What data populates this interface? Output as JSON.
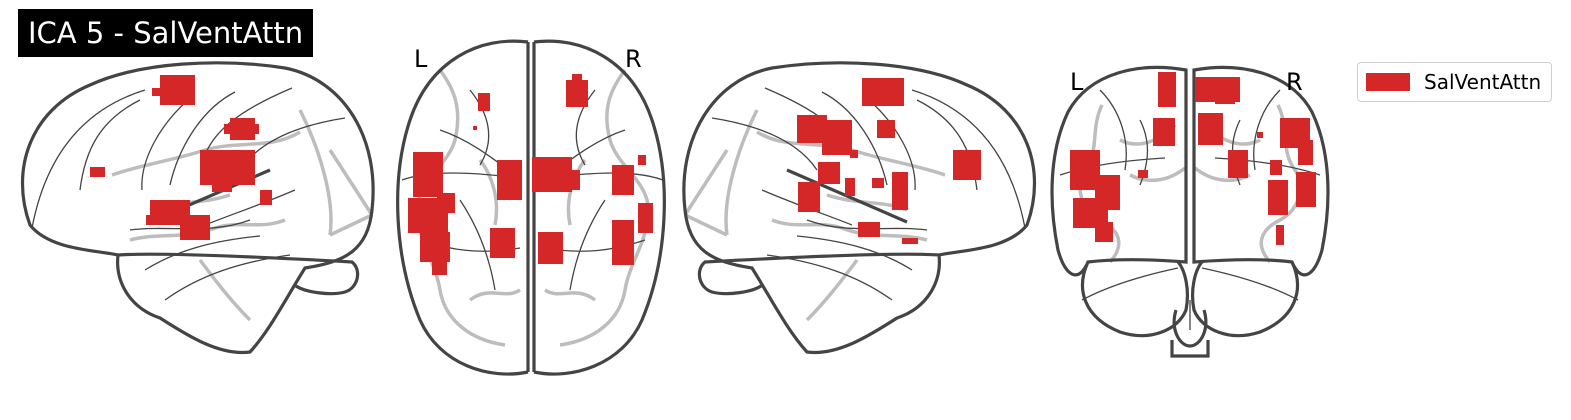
{
  "title": "ICA 5 - SalVentAttn",
  "axial_view": {
    "left_label": "L",
    "right_label": "R"
  },
  "coronal_view": {
    "left_label": "L",
    "right_label": "R"
  },
  "legend": {
    "label": "SalVentAttn",
    "color": "#d62728"
  },
  "colors": {
    "outline": "#444444",
    "inner_outline": "#bdbdbd",
    "activation": "#d62728"
  }
}
